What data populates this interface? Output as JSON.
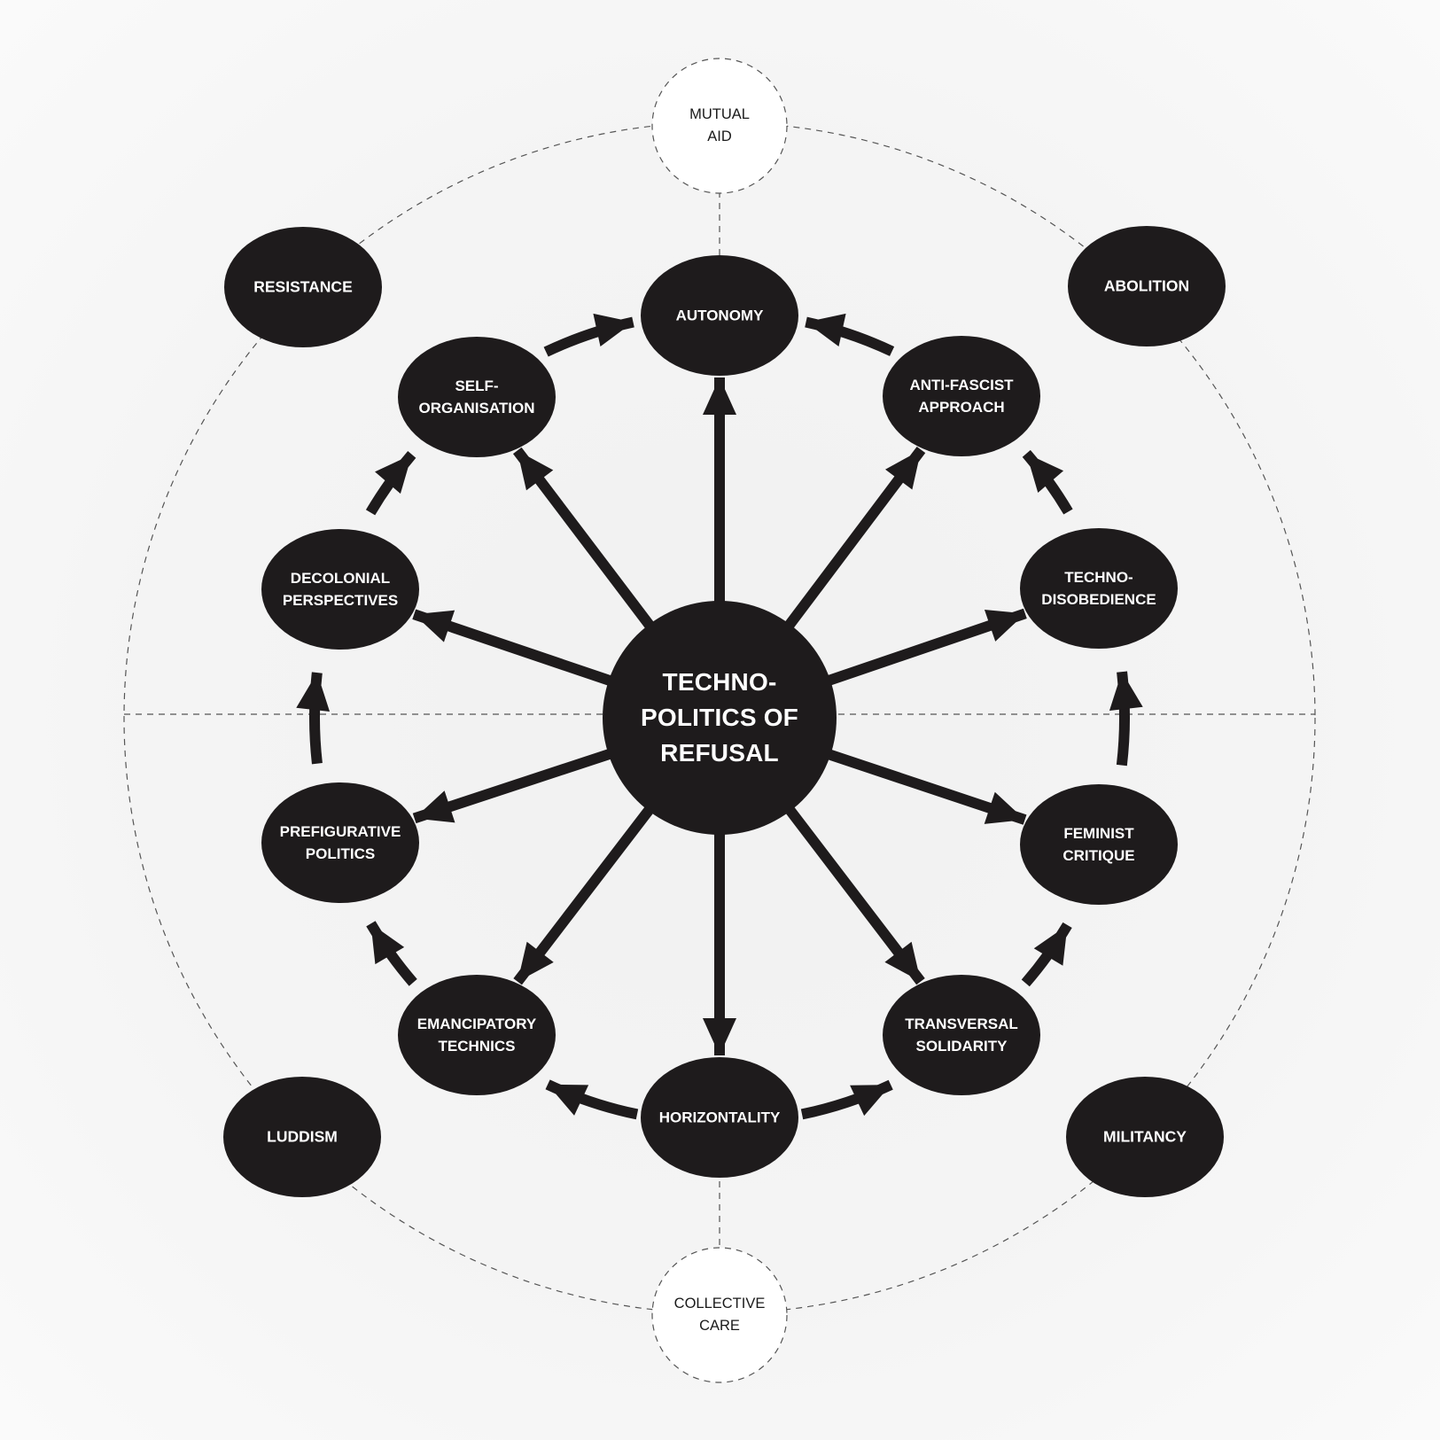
{
  "center": {
    "label": "TECHNO-\nPOLITICS OF\nREFUSAL"
  },
  "nodes": [
    {
      "id": "autonomy",
      "label": "AUTONOMY"
    },
    {
      "id": "anti-fascist-approach",
      "label": "ANTI-FASCIST\nAPPROACH"
    },
    {
      "id": "techno-disobedience",
      "label": "TECHNO-\nDISOBEDIENCE"
    },
    {
      "id": "feminist-critique",
      "label": "FEMINIST\nCRITIQUE"
    },
    {
      "id": "transversal-solidarity",
      "label": "TRANSVERSAL\nSOLIDARITY"
    },
    {
      "id": "horizontality",
      "label": "HORIZONTALITY"
    },
    {
      "id": "emancipatory-technics",
      "label": "EMANCIPATORY\nTECHNICS"
    },
    {
      "id": "prefigurative-politics",
      "label": "PREFIGURATIVE\nPOLITICS"
    },
    {
      "id": "decolonial-perspectives",
      "label": "DECOLONIAL\nPERSPECTIVES"
    },
    {
      "id": "self-organisation",
      "label": "SELF-\nORGANISATION"
    }
  ],
  "outer_nodes": [
    {
      "id": "resistance",
      "label": "RESISTANCE"
    },
    {
      "id": "abolition",
      "label": "ABOLITION"
    },
    {
      "id": "luddism",
      "label": "LUDDISM"
    },
    {
      "id": "militancy",
      "label": "MILITANCY"
    }
  ],
  "dashed_nodes": [
    {
      "id": "mutual-aid",
      "label": "MUTUAL\nAID"
    },
    {
      "id": "collective-care",
      "label": "COLLECTIVE\nCARE"
    }
  ],
  "edges_from_center": [
    "autonomy",
    "anti-fascist-approach",
    "techno-disobedience",
    "feminist-critique",
    "transversal-solidarity",
    "horizontality",
    "emancipatory-technics",
    "prefigurative-politics",
    "decolonial-perspectives",
    "self-organisation"
  ],
  "cycle_edges": [
    {
      "from": "horizontality",
      "to": "transversal-solidarity"
    },
    {
      "from": "transversal-solidarity",
      "to": "feminist-critique"
    },
    {
      "from": "feminist-critique",
      "to": "techno-disobedience"
    },
    {
      "from": "techno-disobedience",
      "to": "anti-fascist-approach"
    },
    {
      "from": "anti-fascist-approach",
      "to": "autonomy"
    },
    {
      "from": "horizontality",
      "to": "emancipatory-technics"
    },
    {
      "from": "emancipatory-technics",
      "to": "prefigurative-politics"
    },
    {
      "from": "prefigurative-politics",
      "to": "decolonial-perspectives"
    },
    {
      "from": "decolonial-perspectives",
      "to": "self-organisation"
    },
    {
      "from": "self-organisation",
      "to": "autonomy"
    }
  ],
  "colors": {
    "node_fill": "#1e1b1c",
    "arrow": "#1e1b1c",
    "dashed_line": "#555555",
    "dashed_fill": "#ffffff"
  }
}
